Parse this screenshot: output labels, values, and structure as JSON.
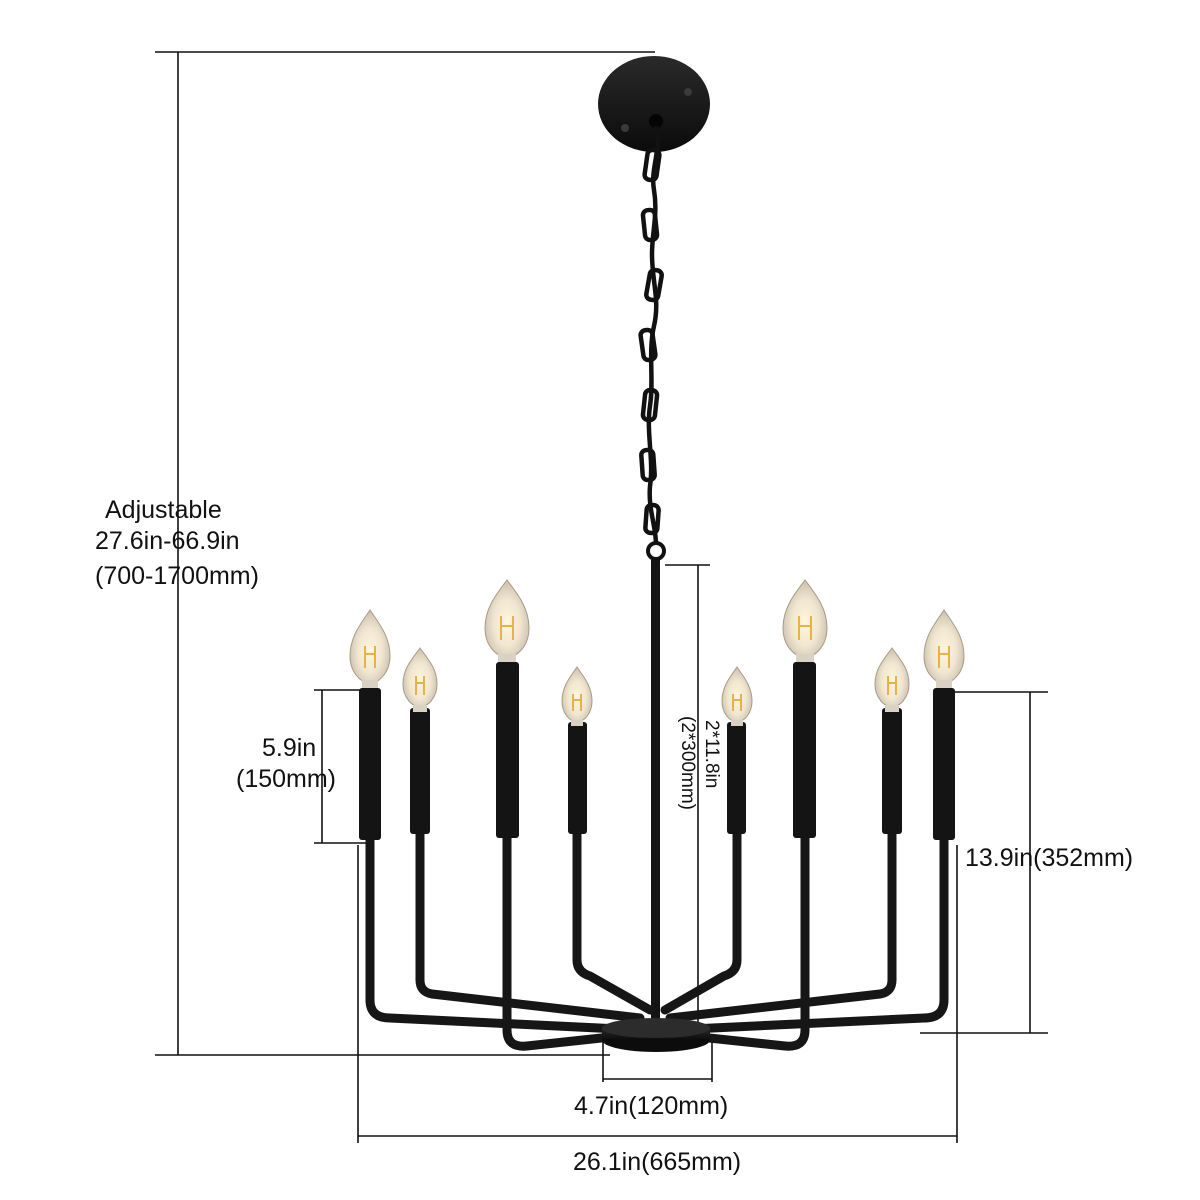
{
  "dimensions": {
    "adjustable_height": {
      "line1": "Adjustable",
      "line2": "27.6in-66.9in",
      "line3": "(700-1700mm)"
    },
    "candle_height": {
      "line1": "5.9in",
      "line2": "(150mm)"
    },
    "downrod_length": {
      "line1": "2*11.8in",
      "line2": "(2*300mm)"
    },
    "body_height": "13.9in(352mm)",
    "base_width": "4.7in(120mm)",
    "overall_width": "26.1in(665mm)"
  },
  "colors": {
    "metal": "#141414",
    "bulb_glass": "#f3ece0",
    "bulb_filament": "#e8b24a",
    "lines": "#111111",
    "background": "#ffffff"
  }
}
